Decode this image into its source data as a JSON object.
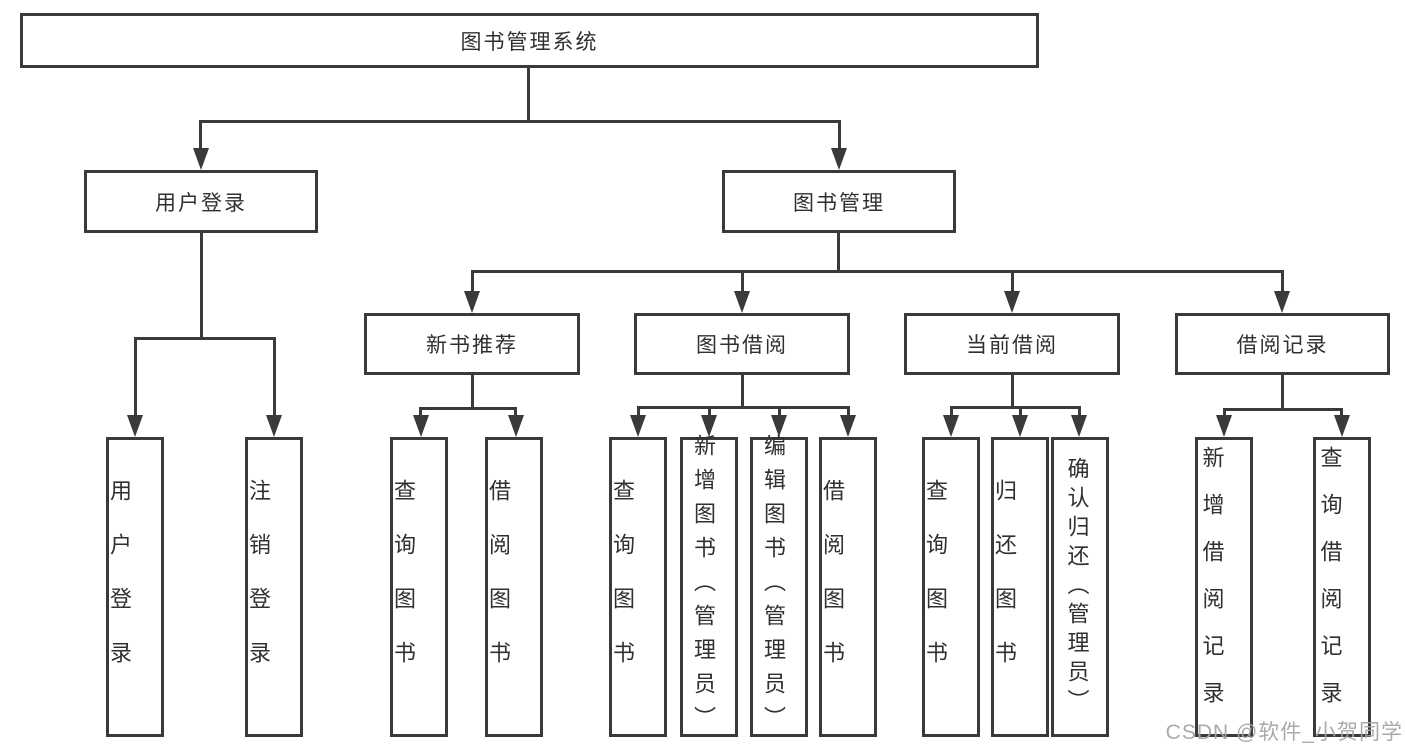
{
  "title": "图书管理系统",
  "tree": {
    "root": "图书管理系统",
    "children": [
      {
        "label": "用户登录",
        "children": [
          "用户登录",
          "注销登录"
        ]
      },
      {
        "label": "图书管理",
        "children": [
          {
            "label": "新书推荐",
            "children": [
              "查询图书",
              "借阅图书"
            ]
          },
          {
            "label": "图书借阅",
            "children": [
              "查询图书",
              "新增图书（管理员）",
              "编辑图书（管理员）",
              "借阅图书"
            ]
          },
          {
            "label": "当前借阅",
            "children": [
              "查询图书",
              "归还图书",
              "确认归还（管理员）"
            ]
          },
          {
            "label": "借阅记录",
            "children": [
              "新增借阅记录",
              "查询借阅记录"
            ]
          }
        ]
      }
    ]
  },
  "watermark": "CSDN @软件_小贺同学",
  "colors": {
    "line": "#3a3a3a",
    "text": "#303030",
    "background": "#ffffff",
    "watermark": "#a5a5a5"
  }
}
